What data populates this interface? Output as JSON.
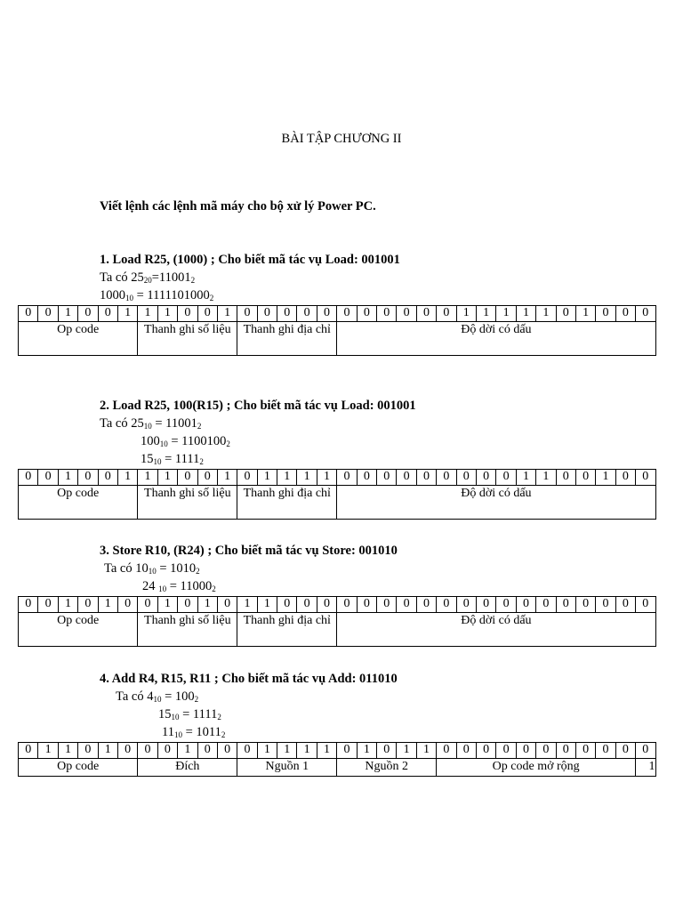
{
  "title": "BÀI TẬP CHƯƠNG II",
  "intro": "Viết lệnh các lệnh mã máy cho bộ xử lý Power PC.",
  "exercises": [
    {
      "heading": "1. Load R25, (1000)   ; Cho biết mã tác vụ Load: 001001",
      "lines": [
        {
          "prefix": "Ta có  ",
          "num": "25",
          "base": "20",
          "rest": "=11001",
          "rbase": "2"
        },
        {
          "prefix": "",
          "num": "1000",
          "base": "10",
          "rest": " = 1111101000",
          "rbase": "2"
        }
      ],
      "bits": [
        "0",
        "0",
        "1",
        "0",
        "0",
        "1",
        "1",
        "1",
        "0",
        "0",
        "1",
        "0",
        "0",
        "0",
        "0",
        "0",
        "0",
        "0",
        "0",
        "0",
        "0",
        "0",
        "1",
        "1",
        "1",
        "1",
        "1",
        "0",
        "1",
        "0",
        "0",
        "0"
      ],
      "fields": [
        "Op code",
        "Thanh ghi số liệu",
        "Thanh ghi địa chỉ",
        "Độ dời có dấu"
      ]
    },
    {
      "heading": "2. Load R25, 100(R15) ; Cho biết mã tác vụ Load: 001001",
      "lines": [
        {
          "prefix": "Ta có  ",
          "num": "25",
          "base": "10",
          "rest": "  = 11001",
          "rbase": "2"
        },
        {
          "prefix": "",
          "num": "100",
          "base": "10",
          "rest": " = 1100100",
          "rbase": "2"
        },
        {
          "prefix": "",
          "num": "15",
          "base": "10",
          "rest": "   = 1111",
          "rbase": "2"
        }
      ],
      "bits": [
        "0",
        "0",
        "1",
        "0",
        "0",
        "1",
        "1",
        "1",
        "0",
        "0",
        "1",
        "0",
        "1",
        "1",
        "1",
        "1",
        "0",
        "0",
        "0",
        "0",
        "0",
        "0",
        "0",
        "0",
        "0",
        "1",
        "1",
        "0",
        "0",
        "1",
        "0",
        "0"
      ],
      "fields": [
        "Op code",
        "Thanh ghi số liệu",
        "Thanh ghi địa chỉ",
        "Độ dời có dấu"
      ]
    },
    {
      "heading": "3. Store R10, (R24)   ; Cho biết mã tác vụ Store: 001010",
      "lines": [
        {
          "prefix": "Ta có ",
          "num": "10",
          "base": "10",
          "rest": " = 1010",
          "rbase": "2"
        },
        {
          "prefix": "",
          "num": "24 ",
          "base": "10",
          "rest": " = 11000",
          "rbase": "2"
        }
      ],
      "bits": [
        "0",
        "0",
        "1",
        "0",
        "1",
        "0",
        "0",
        "1",
        "0",
        "1",
        "0",
        "1",
        "1",
        "0",
        "0",
        "0",
        "0",
        "0",
        "0",
        "0",
        "0",
        "0",
        "0",
        "0",
        "0",
        "0",
        "0",
        "0",
        "0",
        "0",
        "0",
        "0"
      ],
      "fields": [
        "Op code",
        "Thanh ghi số liệu",
        "Thanh ghi địa chỉ",
        "Độ dời có dấu"
      ]
    },
    {
      "heading": "4. Add R4, R15, R11   ; Cho biết mã tác vụ Add: 011010",
      "lines": [
        {
          "prefix": "Ta có  ",
          "num": "4",
          "base": "10",
          "rest": " = 100",
          "rbase": "2"
        },
        {
          "prefix": "",
          "num": "15",
          "base": "10",
          "rest": " = 1111",
          "rbase": "2"
        },
        {
          "prefix": "",
          "num": "11",
          "base": "10",
          "rest": " = 1011",
          "rbase": "2"
        }
      ],
      "bits": [
        "0",
        "1",
        "1",
        "0",
        "1",
        "0",
        "0",
        "0",
        "1",
        "0",
        "0",
        "0",
        "1",
        "1",
        "1",
        "1",
        "0",
        "1",
        "0",
        "1",
        "1",
        "0",
        "0",
        "0",
        "0",
        "0",
        "0",
        "0",
        "0",
        "0",
        "0",
        "0"
      ],
      "fields": [
        "Op code",
        "Đích",
        "Nguồn 1",
        "Nguồn 2",
        "Op code mở rộng",
        "1"
      ]
    }
  ]
}
